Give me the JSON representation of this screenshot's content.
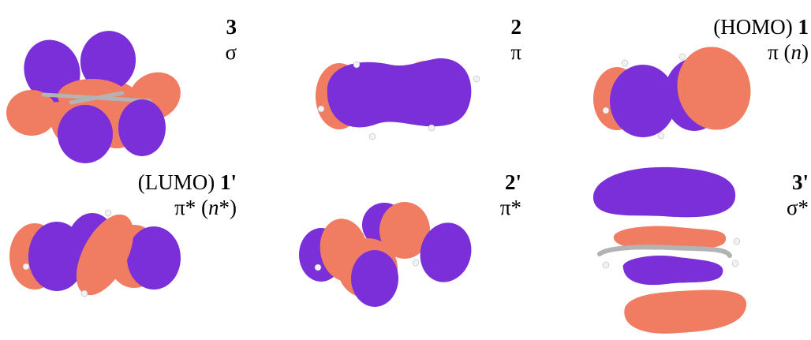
{
  "colors": {
    "purple": "#7a2fd8",
    "orange": "#f07c62",
    "bond": "#b3b3b3",
    "hydrogen": "#f2f2f2"
  },
  "orbitals": [
    {
      "id": "sigma-3",
      "prefix": "",
      "number": "3",
      "symbol": "σ",
      "paren_open": "",
      "paren_italic": "",
      "paren_close": ""
    },
    {
      "id": "pi-2",
      "prefix": "",
      "number": "2",
      "symbol": "π",
      "paren_open": "",
      "paren_italic": "",
      "paren_close": ""
    },
    {
      "id": "homo-1",
      "prefix": "(HOMO) ",
      "number": "1",
      "symbol": "π",
      "paren_open": " (",
      "paren_italic": "n",
      "paren_close": ")"
    },
    {
      "id": "lumo-1p",
      "prefix": "(LUMO) ",
      "number": "1'",
      "symbol": "π*",
      "paren_open": " (",
      "paren_italic": "n",
      "paren_close": "*)"
    },
    {
      "id": "pistar-2p",
      "prefix": "",
      "number": "2'",
      "symbol": "π*",
      "paren_open": "",
      "paren_italic": "",
      "paren_close": ""
    },
    {
      "id": "sigmastar-3p",
      "prefix": "",
      "number": "3'",
      "symbol": "σ*",
      "paren_open": "",
      "paren_italic": "",
      "paren_close": ""
    }
  ]
}
